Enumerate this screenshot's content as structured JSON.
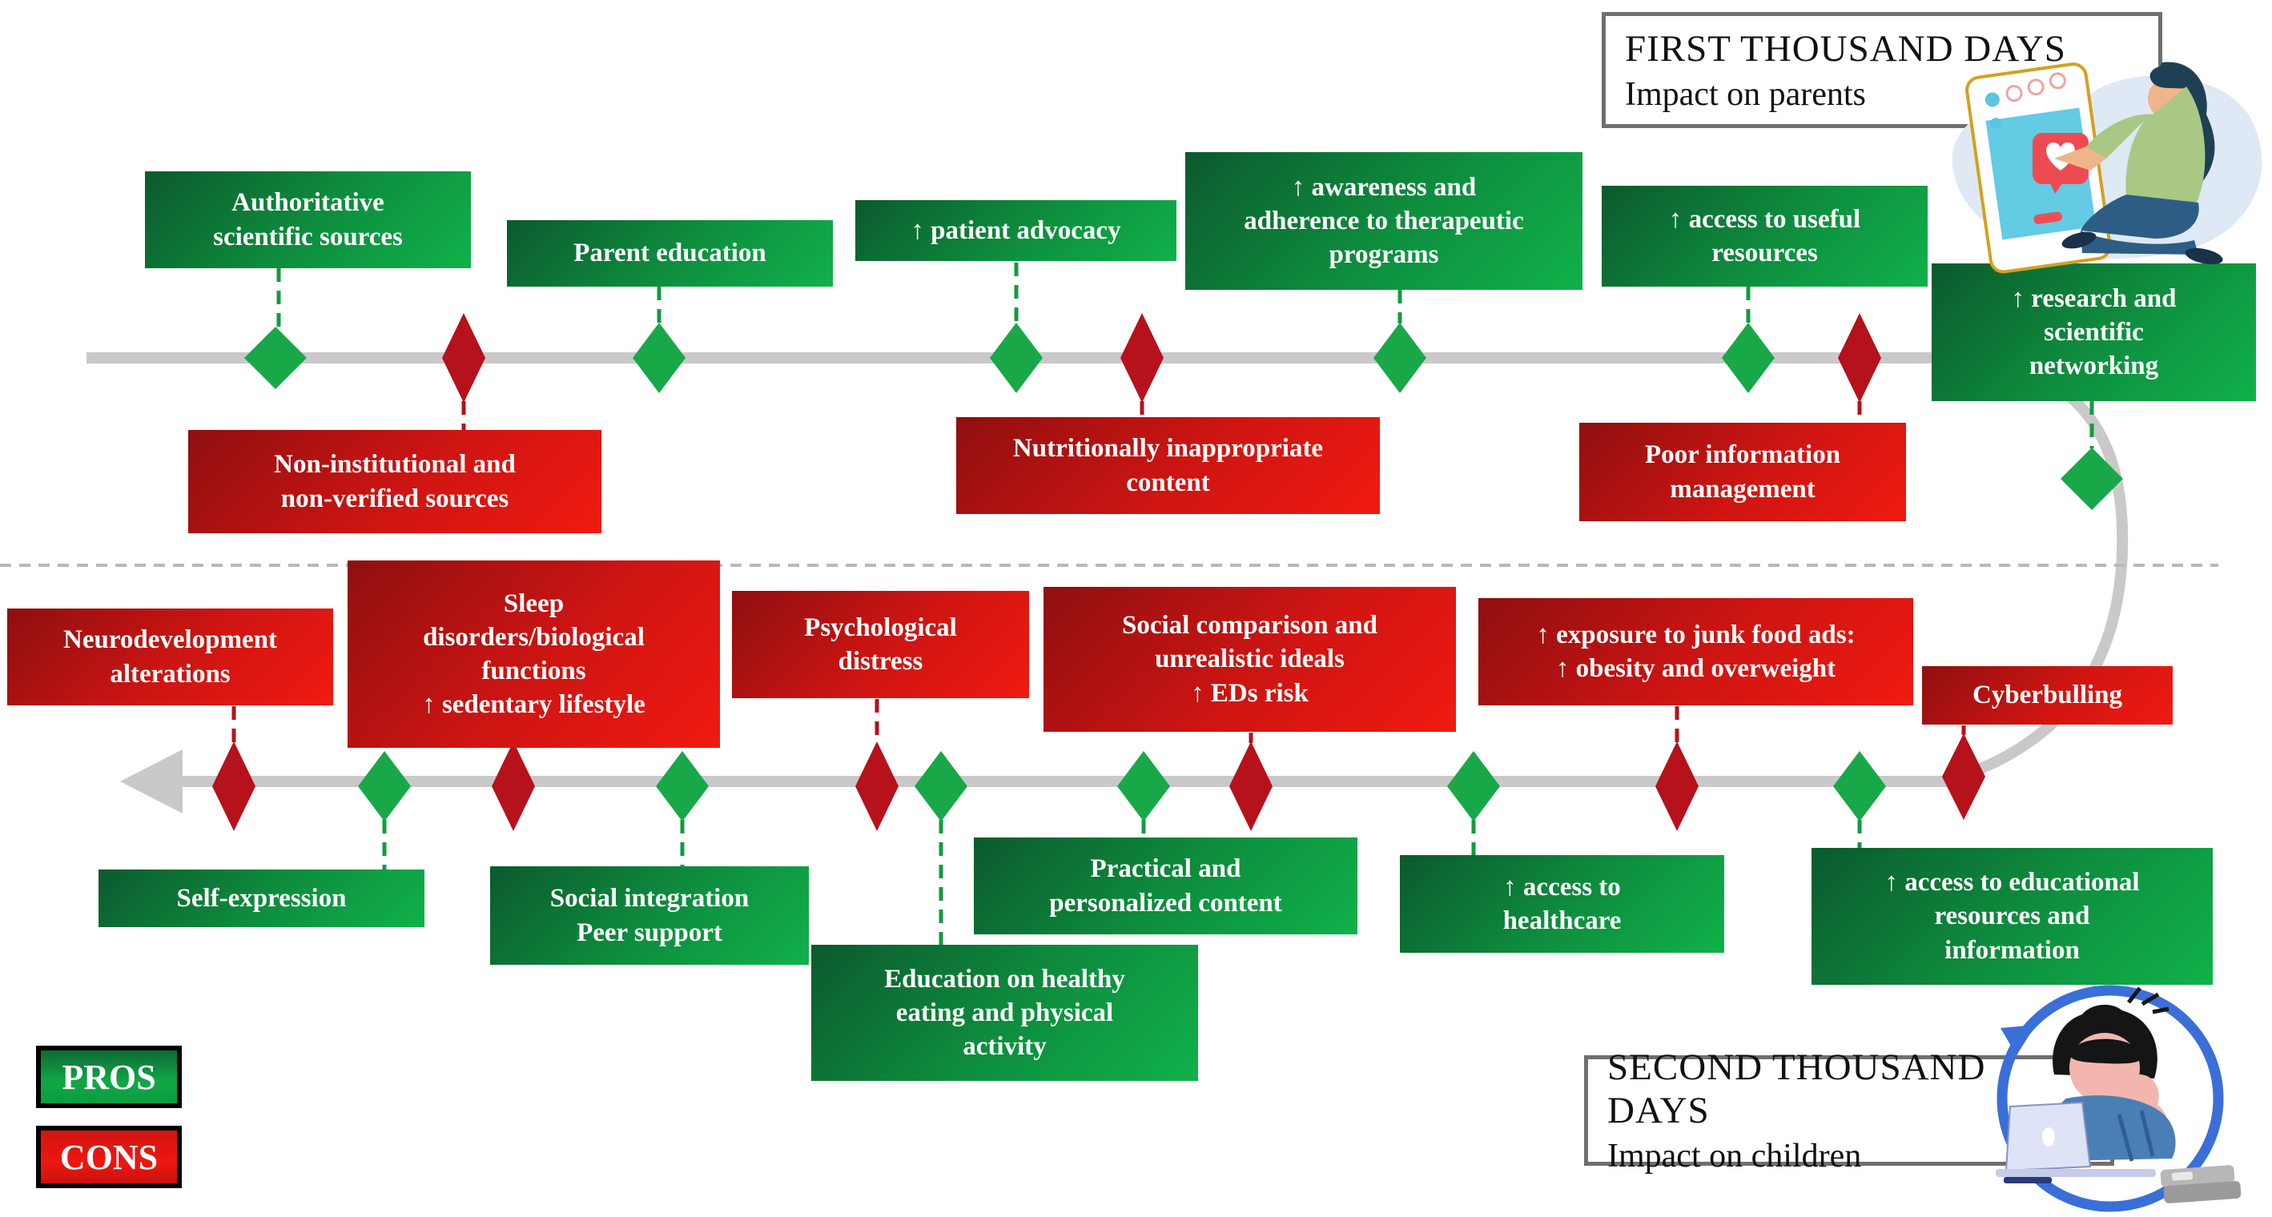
{
  "titles": {
    "first": {
      "line1": "FIRST THOUSAND DAYS",
      "line2": "Impact on parents"
    },
    "second": {
      "line1": "SECOND THOUSAND DAYS",
      "line2": "Impact on children"
    }
  },
  "legend": {
    "pros": "PROS",
    "cons": "CONS"
  },
  "boxes": {
    "authoritative": "Authoritative\nscientific sources",
    "parent_education": "Parent education",
    "patient_advocacy": "↑ patient advocacy",
    "awareness": "↑ awareness and\nadherence to therapeutic\nprograms",
    "access_useful": "↑ access to useful\nresources",
    "networking": "↑ research and\nscientific\nnetworking",
    "non_institutional": "Non-institutional and\nnon-verified sources",
    "nutritionally": "Nutritionally inappropriate\ncontent",
    "poor_info": "Poor information\nmanagement",
    "neurodevelopment": "Neurodevelopment\nalterations",
    "sleep": "Sleep\ndisorders/biological\nfunctions\n↑ sedentary lifestyle",
    "psychological": "Psychological\ndistress",
    "social_comparison": "Social comparison and\nunrealistic ideals\n↑ EDs risk",
    "junk_food": "↑ exposure to junk food ads:\n↑ obesity and overweight",
    "cyberbulling": "Cyberbulling",
    "self_expression": "Self-expression",
    "social_integration": "Social integration\nPeer support",
    "education_healthy": "Education on healthy\neating and physical\nactivity",
    "practical": "Practical and\npersonalized content",
    "healthcare": "↑ access to\nhealthcare",
    "edu_resources": "↑ access to educational\nresources and\ninformation"
  },
  "icons": {
    "first_illustration": "mother-with-social-media-phone-illustration",
    "second_illustration": "child-studying-at-laptop-illustration"
  },
  "colors": {
    "pro_green_dark": "#0b5a2d",
    "pro_green_bright": "#10b14a",
    "con_red_dark": "#8f0f10",
    "con_red_bright": "#f01a10",
    "timeline_gray": "#c9c9c9",
    "diamond_green": "#18a848",
    "diamond_red": "#b5121b"
  }
}
